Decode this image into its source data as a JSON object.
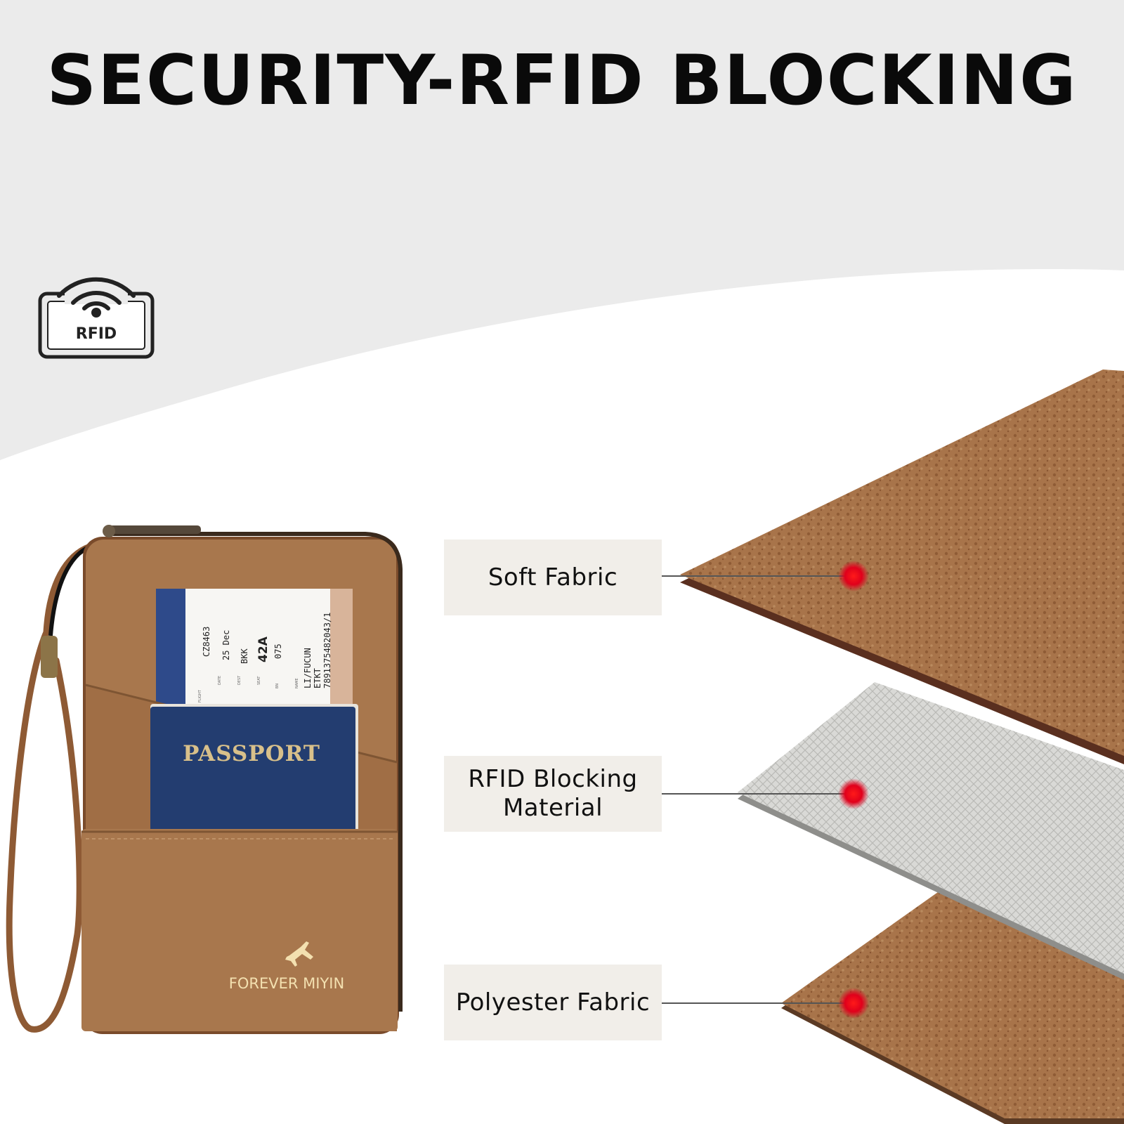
{
  "headline": "SECURITY-RFID BLOCKING",
  "badge": {
    "label": "RFID",
    "icon": "rfid-signal-icon"
  },
  "product": {
    "brand": "FOREVER MIYIN",
    "passport_label": "PASSPORT",
    "ticket": {
      "flight": "CZ8463",
      "date": "25 Dec",
      "dest": "BKK",
      "seat": "42A",
      "bn": "075",
      "name": "LI/FUCUN",
      "etkt_label": "ETKT",
      "etkt_number": "7891375482043/1",
      "field_flight": "FLIGHT",
      "field_date": "DATE",
      "field_dest": "DEST",
      "field_seat": "SEAT",
      "field_bn": "BN",
      "field_name": "NAME"
    }
  },
  "layers": [
    {
      "label": "Soft Fabric"
    },
    {
      "label": "RFID Blocking Material"
    },
    {
      "label": "Polyester Fabric"
    }
  ],
  "colors": {
    "leather": "#a8744a",
    "marker": "#e0001b",
    "background_top": "#ebebeb",
    "callout_bg": "#f1eee9",
    "passport_blue": "#233d70"
  }
}
